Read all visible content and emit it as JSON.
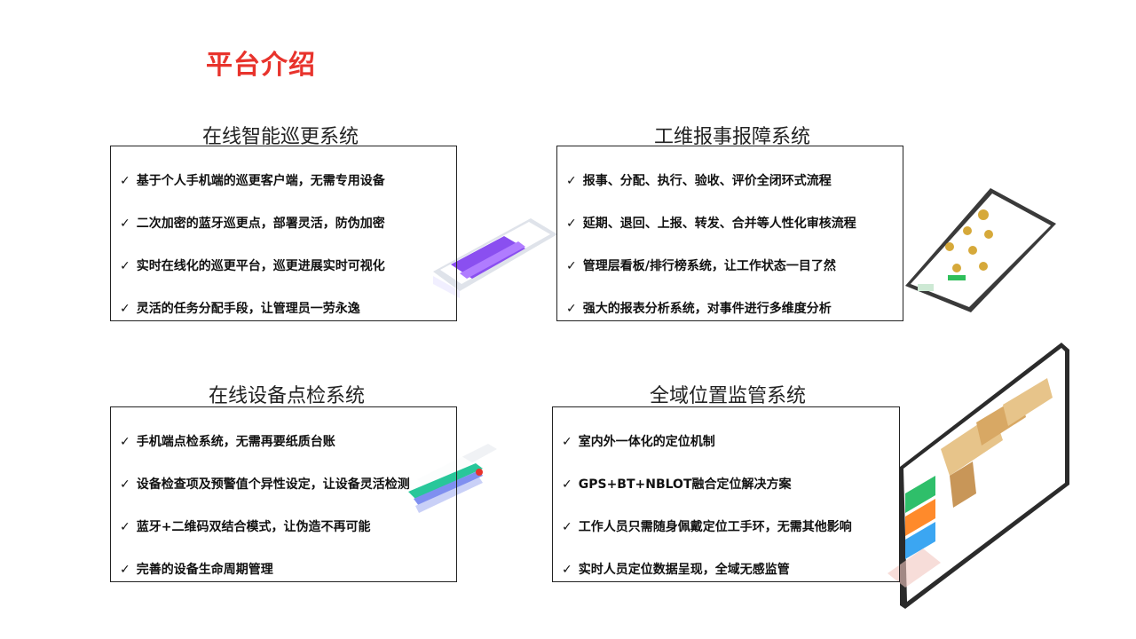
{
  "page_title": "平台介绍",
  "check_glyph": "✓",
  "sections": [
    {
      "title": "在线智能巡更系统",
      "items": [
        "基于个人手机端的巡更客户端，无需专用设备",
        "二次加密的蓝牙巡更点，部署灵活，防伪加密",
        "实时在线化的巡更平台，巡更进展实时可视化",
        "灵活的任务分配手段，让管理员一劳永逸"
      ]
    },
    {
      "title": "工维报事报障系统",
      "items": [
        "报事、分配、执行、验收、评价全闭环式流程",
        "延期、退回、上报、转发、合并等人性化审核流程",
        "管理层看板/排行榜系统，让工作状态一目了然",
        "强大的报表分析系统，对事件进行多维度分析"
      ]
    },
    {
      "title": "在线设备点检系统",
      "items": [
        "手机端点检系统，无需再要纸质台账",
        "设备检查项及预警值个异性设定，让设备灵活检测",
        "蓝牙+二维码双结合模式，让伪造不再可能",
        "完善的设备生命周期管理"
      ]
    },
    {
      "title": "全域位置监管系统",
      "items": [
        "室内外一体化的定位机制",
        "GPS+BT+NBLOT融合定位解决方案",
        "工作人员只需随身佩戴定位工手环，无需其他影响",
        "实时人员定位数据呈现，全域无感监管"
      ]
    }
  ]
}
